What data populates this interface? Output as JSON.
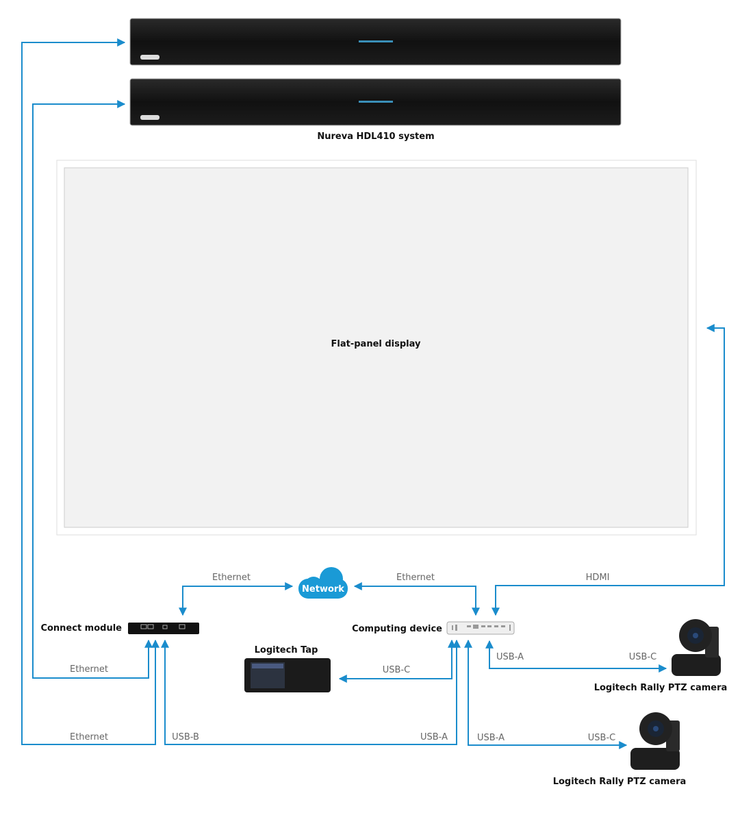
{
  "devices": {
    "soundbar_system": "Nureva HDL410 system",
    "display": "Flat-panel display",
    "network": "Network",
    "connect_module": "Connect module",
    "computing_device": "Computing device",
    "tap": "Logitech Tap",
    "camera1": "Logitech Rally PTZ camera",
    "camera2": "Logitech Rally PTZ camera"
  },
  "connections": {
    "connect_network": "Ethernet",
    "computing_network": "Ethernet",
    "hdmi": "HDMI",
    "bar2_ethernet": "Ethernet",
    "bar1_ethernet": "Ethernet",
    "connect_usb": "USB-B",
    "computing_usb_to_connect": "USB-A",
    "tap_usb": "USB-C",
    "cam1_computer_side": "USB-A",
    "cam1_camera_side": "USB-C",
    "cam2_computer_side": "USB-A",
    "cam2_camera_side": "USB-C"
  },
  "colors": {
    "wire": "#1a8ccc",
    "network": "#1a9ad6",
    "display_fill": "#f2f2f2"
  }
}
